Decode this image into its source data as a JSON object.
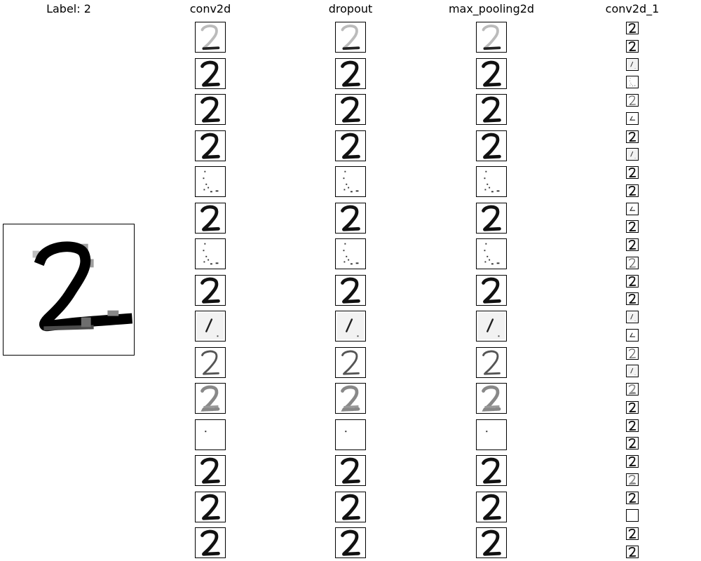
{
  "input": {
    "title": "Label: 2"
  },
  "columns": [
    {
      "title": "conv2d",
      "kind": "big",
      "maps": [
        "grad",
        "dark",
        "dark",
        "dark",
        "sparse",
        "dark",
        "sparse",
        "dark",
        "diag",
        "light",
        "ghost",
        "dot",
        "dark",
        "dark",
        "dark"
      ]
    },
    {
      "title": "dropout",
      "kind": "big",
      "maps": [
        "grad",
        "dark",
        "dark",
        "dark",
        "sparse",
        "dark",
        "sparse",
        "dark",
        "diag",
        "light",
        "ghost",
        "dot",
        "dark",
        "dark",
        "dark"
      ]
    },
    {
      "title": "max_pooling2d",
      "kind": "big",
      "maps": [
        "grad",
        "dark",
        "dark",
        "dark",
        "sparse",
        "dark",
        "sparse",
        "dark",
        "diag",
        "light",
        "ghost",
        "dot",
        "dark",
        "dark",
        "dark"
      ]
    },
    {
      "title": "conv2d_1",
      "kind": "small",
      "maps": [
        "dark",
        "dark",
        "diag",
        "sparse",
        "light",
        "edge",
        "dark",
        "diag",
        "dark",
        "dark",
        "edge",
        "dark",
        "dark",
        "light",
        "dark",
        "dark",
        "diag",
        "edge",
        "light",
        "diag",
        "ghost",
        "dark",
        "dark",
        "dark",
        "dark",
        "ghost",
        "dark",
        "blank",
        "dark",
        "dark"
      ]
    }
  ]
}
